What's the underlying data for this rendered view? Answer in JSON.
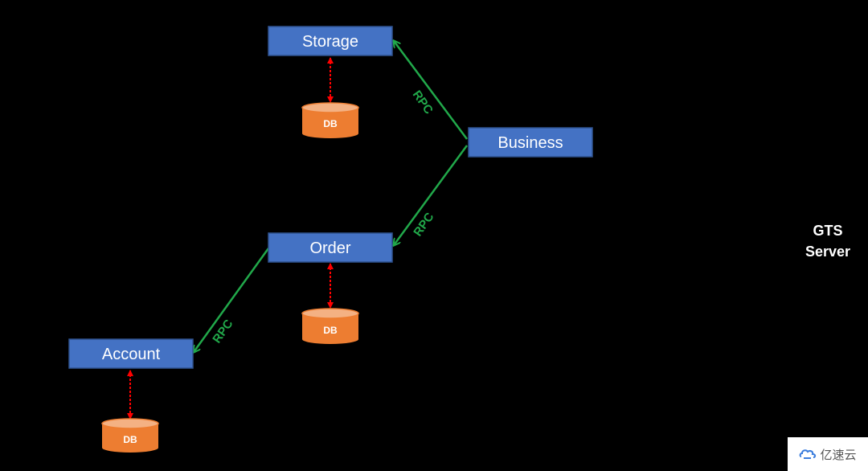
{
  "diagram": {
    "services": {
      "storage": "Storage",
      "business": "Business",
      "order": "Order",
      "account": "Account"
    },
    "databases": {
      "storage_db": "DB",
      "order_db": "DB",
      "account_db": "DB"
    },
    "rpc_links": {
      "business_to_storage": "RPC",
      "business_to_order": "RPC",
      "order_to_account": "RPC"
    },
    "gts_server": {
      "line1": "GTS",
      "line2": "Server"
    },
    "colors": {
      "background": "#000000",
      "service_box": "#4472C4",
      "service_border": "#2F528F",
      "db_fill": "#ED7D31",
      "rpc_line": "#21A84A",
      "db_link": "#FF0000"
    }
  },
  "watermark": {
    "text": "亿速云"
  }
}
